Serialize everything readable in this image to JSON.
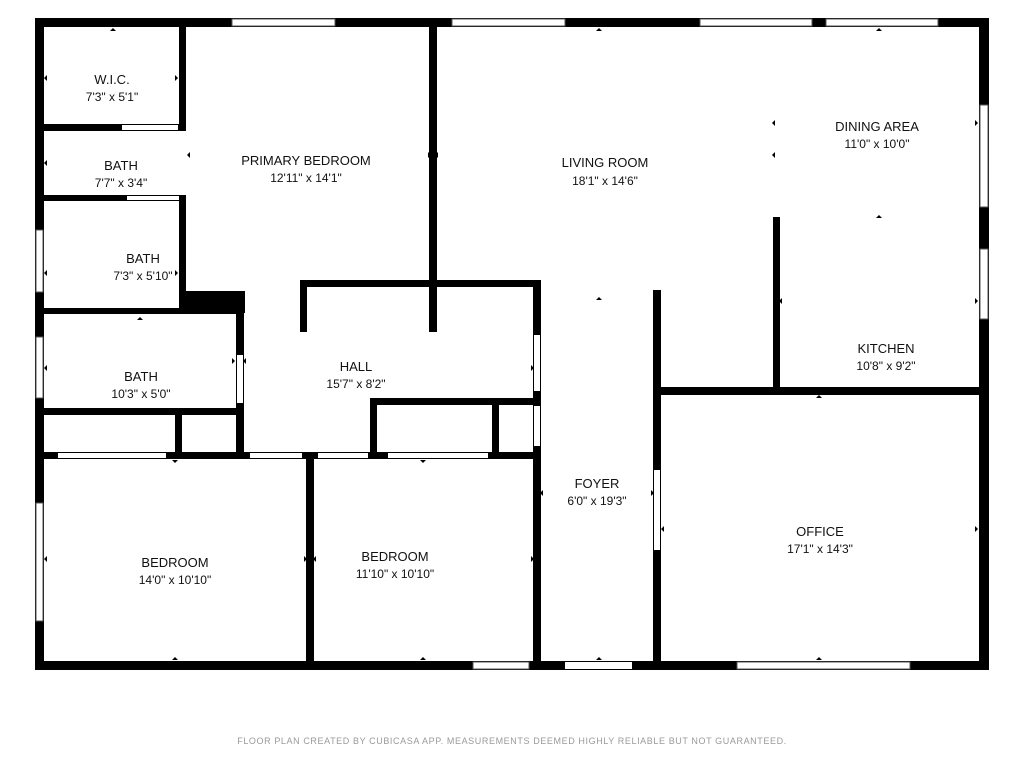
{
  "rooms": {
    "wic": {
      "name": "W.I.C.",
      "dims": "7'3\" x 5'1\""
    },
    "bath1": {
      "name": "BATH",
      "dims": "7'7\" x 3'4\""
    },
    "bath2": {
      "name": "BATH",
      "dims": "7'3\" x 5'10\""
    },
    "bath3": {
      "name": "BATH",
      "dims": "10'3\" x 5'0\""
    },
    "primary_bedroom": {
      "name": "PRIMARY BEDROOM",
      "dims": "12'11\" x 14'1\""
    },
    "living_room": {
      "name": "LIVING ROOM",
      "dims": "18'1\" x 14'6\""
    },
    "dining_area": {
      "name": "DINING AREA",
      "dims": "11'0\" x 10'0\""
    },
    "hall": {
      "name": "HALL",
      "dims": "15'7\" x 8'2\""
    },
    "kitchen": {
      "name": "KITCHEN",
      "dims": "10'8\" x 9'2\""
    },
    "foyer": {
      "name": "FOYER",
      "dims": "6'0\" x 19'3\""
    },
    "bedroom1": {
      "name": "BEDROOM",
      "dims": "14'0\" x 10'10\""
    },
    "bedroom2": {
      "name": "BEDROOM",
      "dims": "11'10\" x 10'10\""
    },
    "office": {
      "name": "OFFICE",
      "dims": "17'1\" x 14'3\""
    }
  },
  "disclaimer": "FLOOR PLAN CREATED BY CUBICASA APP. MEASUREMENTS DEEMED HIGHLY RELIABLE BUT NOT GUARANTEED.",
  "colors": {
    "wall": "#000000",
    "background": "#ffffff",
    "disclaimer_text": "#9a9a9a"
  }
}
